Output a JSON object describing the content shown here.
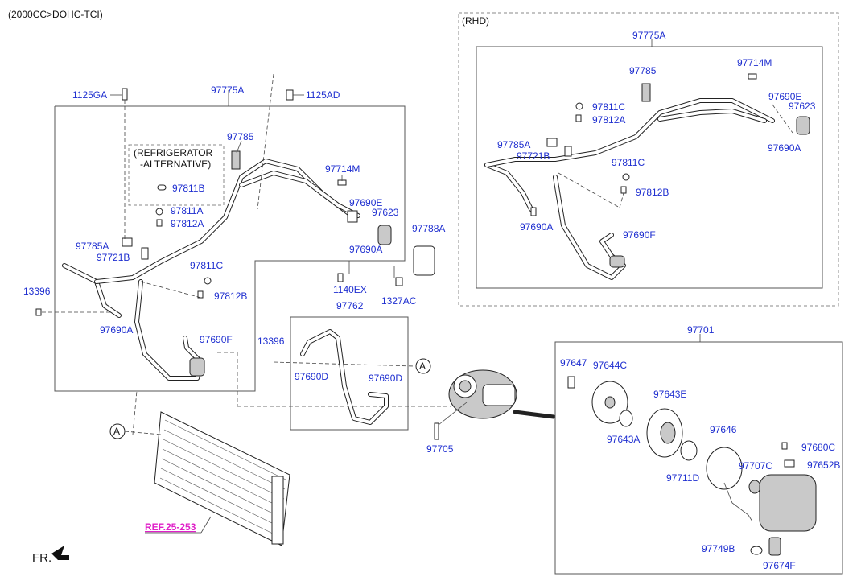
{
  "header": {
    "engine_spec": "(2000CC>DOHC-TCI)",
    "rhd_title": "(RHD)"
  },
  "refrigerator_box": {
    "line1": "(REFRIGERATOR",
    "line2": "-ALTERNATIVE)"
  },
  "footer": {
    "front_label": "FR."
  },
  "reference": "REF.25-253",
  "callout_letter": "A",
  "main_labels": {
    "p1125GA": "1125GA",
    "p97775A": "97775A",
    "p1125AD": "1125AD",
    "p97785": "97785",
    "p97714M": "97714M",
    "p97811B": "97811B",
    "p97690E": "97690E",
    "p97623": "97623",
    "p97811A": "97811A",
    "p97812A": "97812A",
    "p97785A": "97785A",
    "p97721B": "97721B",
    "p97690A": "97690A",
    "p97788A": "97788A",
    "p97811C": "97811C",
    "p13396": "13396",
    "p1140EX": "1140EX",
    "p97812B": "97812B",
    "p1327AC": "1327AC",
    "p97690A_b": "97690A",
    "p97762": "97762",
    "p97690F": "97690F",
    "p13396_b": "13396",
    "p97690D": "97690D",
    "p97690D_b": "97690D",
    "p97705": "97705"
  },
  "rhd_labels": {
    "p97775A": "97775A",
    "p97785": "97785",
    "p97714M": "97714M",
    "p97811C": "97811C",
    "p97690E": "97690E",
    "p97623": "97623",
    "p97812A": "97812A",
    "p97785A": "97785A",
    "p97721B": "97721B",
    "p97690A": "97690A",
    "p97811C_b": "97811C",
    "p97812B": "97812B",
    "p97690A_b": "97690A",
    "p97690F": "97690F"
  },
  "compressor_labels": {
    "p97701": "97701",
    "p97647": "97647",
    "p97644C": "97644C",
    "p97643E": "97643E",
    "p97643A": "97643A",
    "p97646": "97646",
    "p97680C": "97680C",
    "p97707C": "97707C",
    "p97652B": "97652B",
    "p97711D": "97711D",
    "p97749B": "97749B",
    "p97674F": "97674F"
  },
  "colors": {
    "label": "#1f2fd0",
    "reference": "#e020c8",
    "line": "#222222"
  }
}
